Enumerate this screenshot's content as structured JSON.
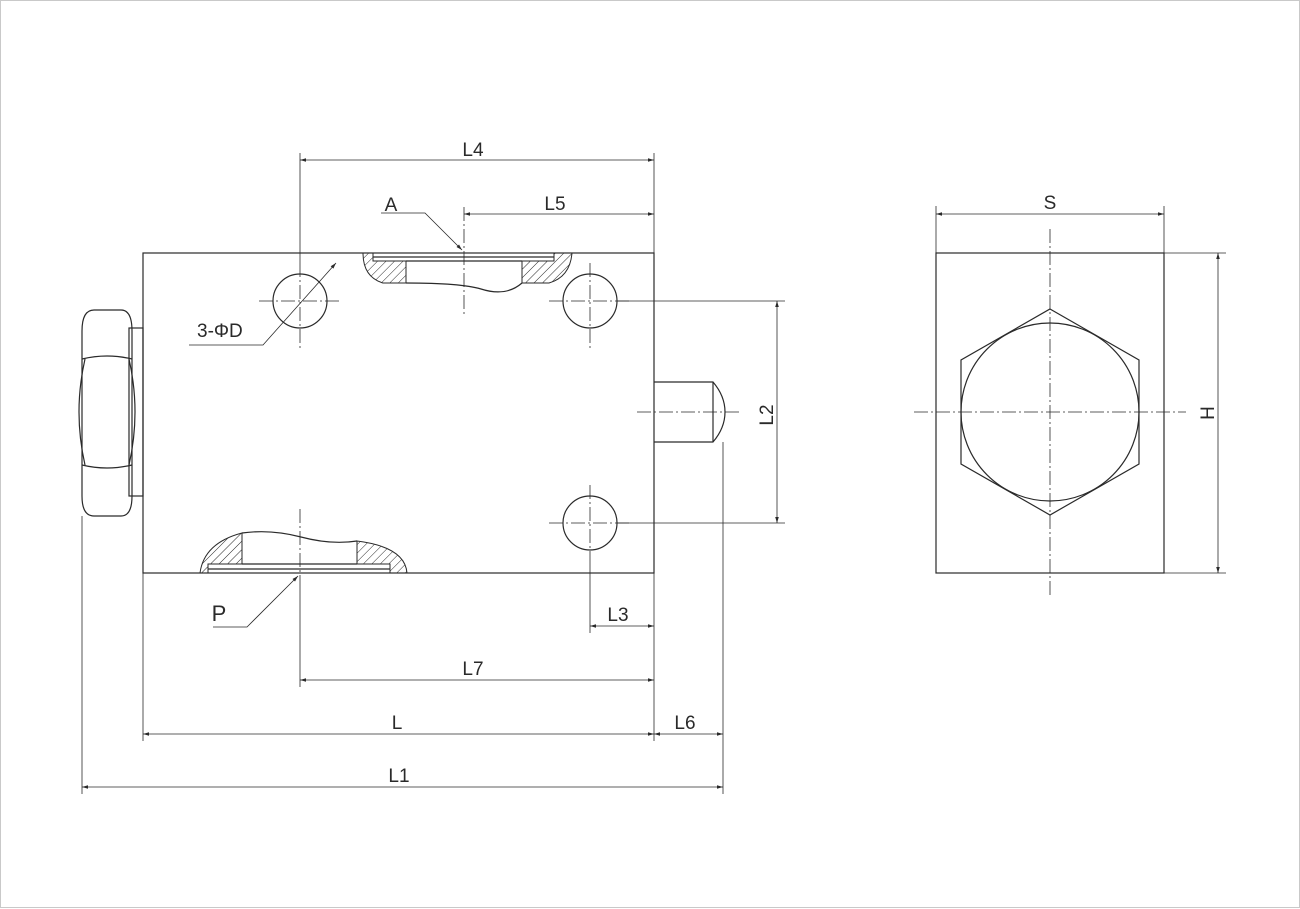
{
  "labels": {
    "L4": "L4",
    "L5": "L5",
    "A": "A",
    "hole": "3-ΦD",
    "L2": "L2",
    "P": "P",
    "L3": "L3",
    "L7": "L7",
    "L": "L",
    "L6": "L6",
    "L1": "L1",
    "S": "S",
    "H": "H"
  }
}
